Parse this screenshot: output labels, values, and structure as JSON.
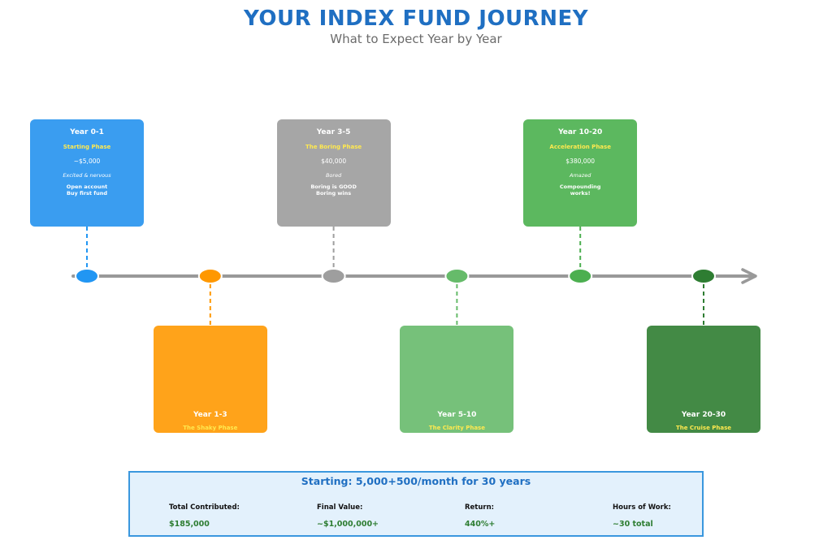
{
  "header": {
    "title": "YOUR INDEX FUND JOURNEY",
    "subtitle": "What to Expect Year by Year"
  },
  "chart_data": {
    "type": "timeline",
    "axis_color": "#999999",
    "milestones": [
      {
        "years": "Year 0-1",
        "phase": "Starting Phase",
        "amount": "~$5,000",
        "feeling": "Excited & nervous",
        "action": "Open account\nBuy first fund",
        "color": "#3a9df0",
        "node_color": "#2196f3",
        "position": "above"
      },
      {
        "years": "Year 1-3",
        "phase": "The Shaky Phase",
        "color": "#ffa31a",
        "node_color": "#ff9800",
        "position": "below"
      },
      {
        "years": "Year 3-5",
        "phase": "The Boring Phase",
        "amount": "$40,000",
        "feeling": "Bored",
        "action": "Boring is GOOD\nBoring wins",
        "color": "#a6a6a6",
        "node_color": "#9e9e9e",
        "position": "above"
      },
      {
        "years": "Year 5-10",
        "phase": "The Clarity Phase",
        "color": "#76c17a",
        "node_color": "#66bb6a",
        "position": "below"
      },
      {
        "years": "Year 10-20",
        "phase": "Acceleration Phase",
        "amount": "$380,000",
        "feeling": "Amazed",
        "action": "Compounding\nworks!",
        "color": "#5cb85f",
        "node_color": "#4caf50",
        "position": "above"
      },
      {
        "years": "Year 20-30",
        "phase": "The Cruise Phase",
        "color": "#438a45",
        "node_color": "#2e7d32",
        "position": "below"
      }
    ]
  },
  "summary": {
    "heading": "Starting: 5,000+500/month for 30 years",
    "stats": [
      {
        "label": "Total Contributed:",
        "value": "$185,000"
      },
      {
        "label": "Final Value:",
        "value": "~$1,000,000+"
      },
      {
        "label": "Return:",
        "value": "440%+"
      },
      {
        "label": "Hours of Work:",
        "value": "~30 total"
      }
    ]
  }
}
